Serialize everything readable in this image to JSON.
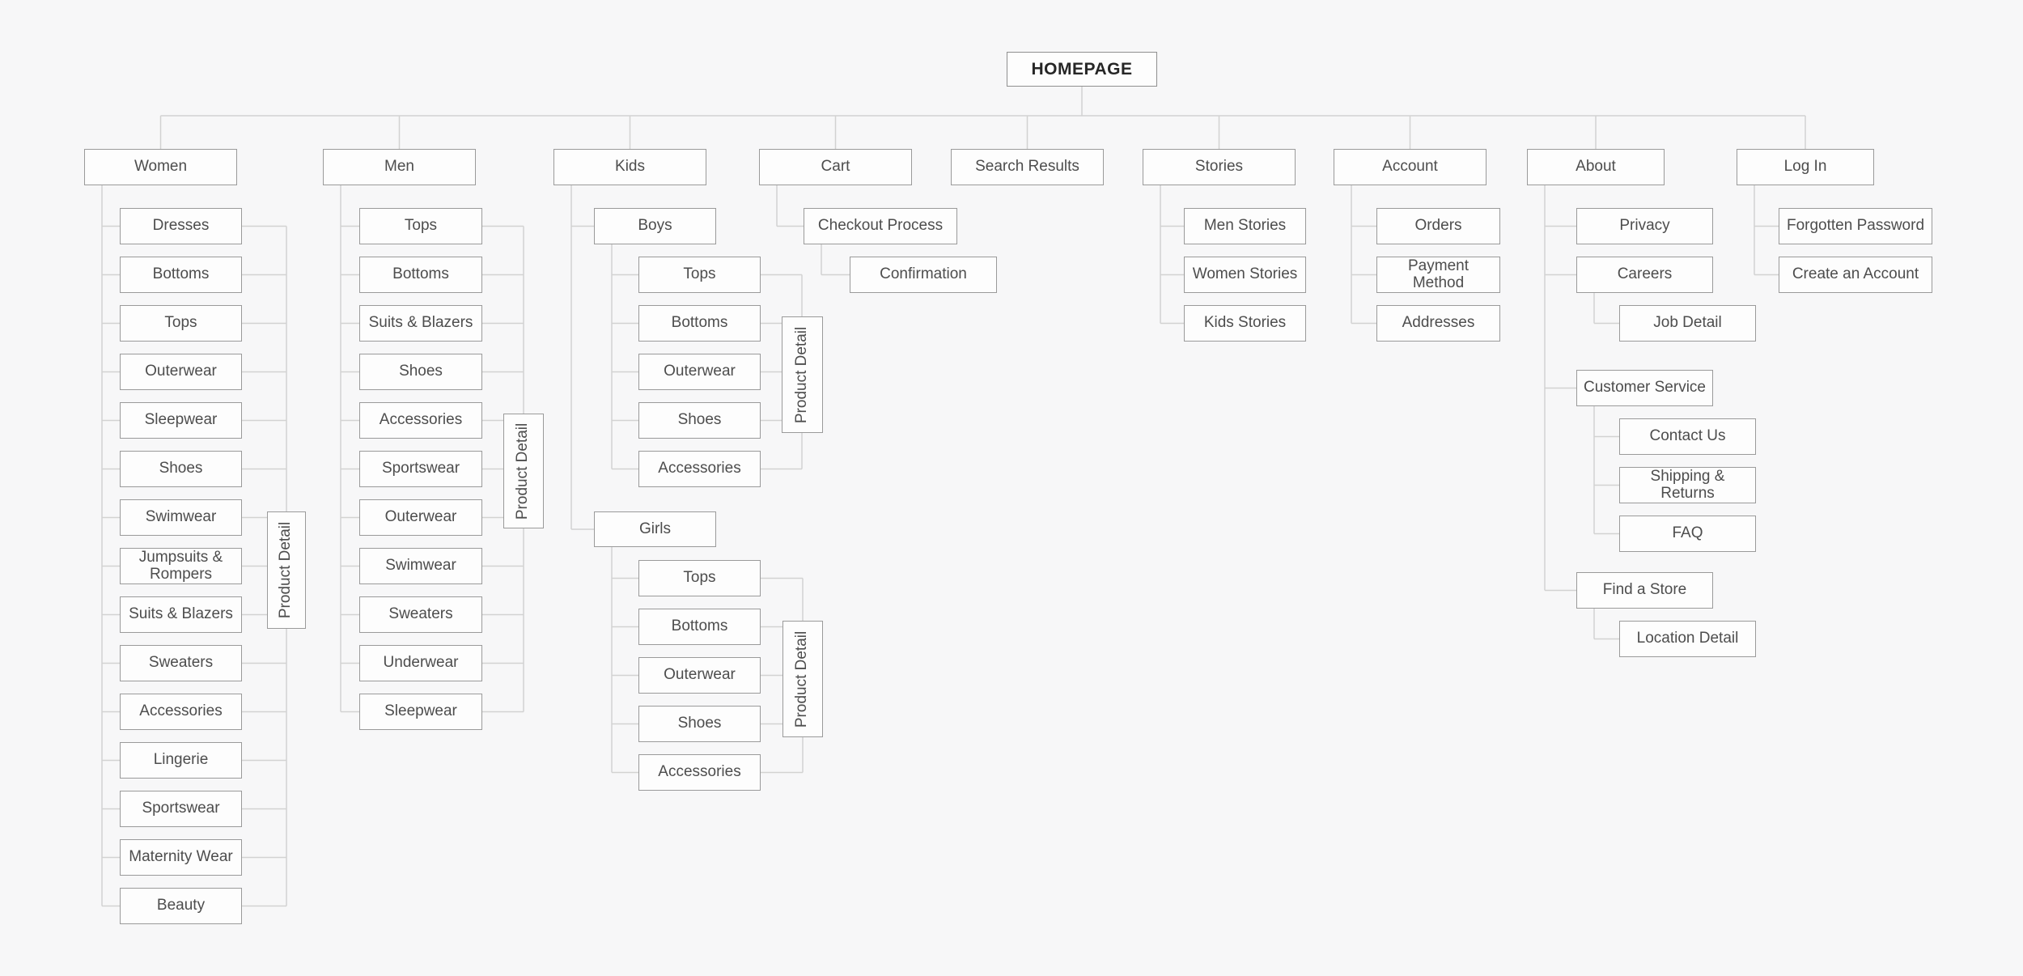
{
  "diagram": {
    "title": "HOMEPAGE",
    "nodes": {
      "homepage": "HOMEPAGE",
      "women": "Women",
      "men": "Men",
      "kids": "Kids",
      "cart": "Cart",
      "search_results": "Search Results",
      "stories": "Stories",
      "account": "Account",
      "about": "About",
      "log_in": "Log In",
      "w_dresses": "Dresses",
      "w_bottoms": "Bottoms",
      "w_tops": "Tops",
      "w_outerwear": "Outerwear",
      "w_sleepwear": "Sleepwear",
      "w_shoes": "Shoes",
      "w_swimwear": "Swimwear",
      "w_jumpsuits": "Jumpsuits & Rompers",
      "w_suits": "Suits & Blazers",
      "w_sweaters": "Sweaters",
      "w_accessories": "Accessories",
      "w_lingerie": "Lingerie",
      "w_sportswear": "Sportswear",
      "w_maternity": "Maternity Wear",
      "w_beauty": "Beauty",
      "w_pd": "Product Detail",
      "m_tops": "Tops",
      "m_bottoms": "Bottoms",
      "m_suits": "Suits & Blazers",
      "m_shoes": "Shoes",
      "m_accessories": "Accessories",
      "m_sportswear": "Sportswear",
      "m_outerwear": "Outerwear",
      "m_swimwear": "Swimwear",
      "m_sweaters": "Sweaters",
      "m_underwear": "Underwear",
      "m_sleepwear": "Sleepwear",
      "m_pd": "Product Detail",
      "boys": "Boys",
      "b_tops": "Tops",
      "b_bottoms": "Bottoms",
      "b_outerwear": "Outerwear",
      "b_shoes": "Shoes",
      "b_accessories": "Accessories",
      "b_pd": "Product Detail",
      "girls": "Girls",
      "g_tops": "Tops",
      "g_bottoms": "Bottoms",
      "g_outerwear": "Outerwear",
      "g_shoes": "Shoes",
      "g_accessories": "Accessories",
      "g_pd": "Product Detail",
      "checkout": "Checkout Process",
      "confirmation": "Confirmation",
      "s_men": "Men Stories",
      "s_women": "Women Stories",
      "s_kids": "Kids Stories",
      "a_orders": "Orders",
      "a_payment": "Payment Method",
      "a_addresses": "Addresses",
      "ab_privacy": "Privacy",
      "ab_careers": "Careers",
      "ab_job": "Job Detail",
      "ab_cs": "Customer Service",
      "ab_contact": "Contact Us",
      "ab_shipping": "Shipping & Returns",
      "ab_faq": "FAQ",
      "ab_store": "Find a Store",
      "ab_location": "Location Detail",
      "l_forgot": "Forgotten Password",
      "l_create": "Create an Account"
    },
    "colors": {
      "background": "#f7f7f8",
      "box_fill": "#fdfdfd",
      "box_border": "#9a9a9a",
      "connector": "#d2d2d2",
      "text": "#4d4d4d"
    }
  }
}
